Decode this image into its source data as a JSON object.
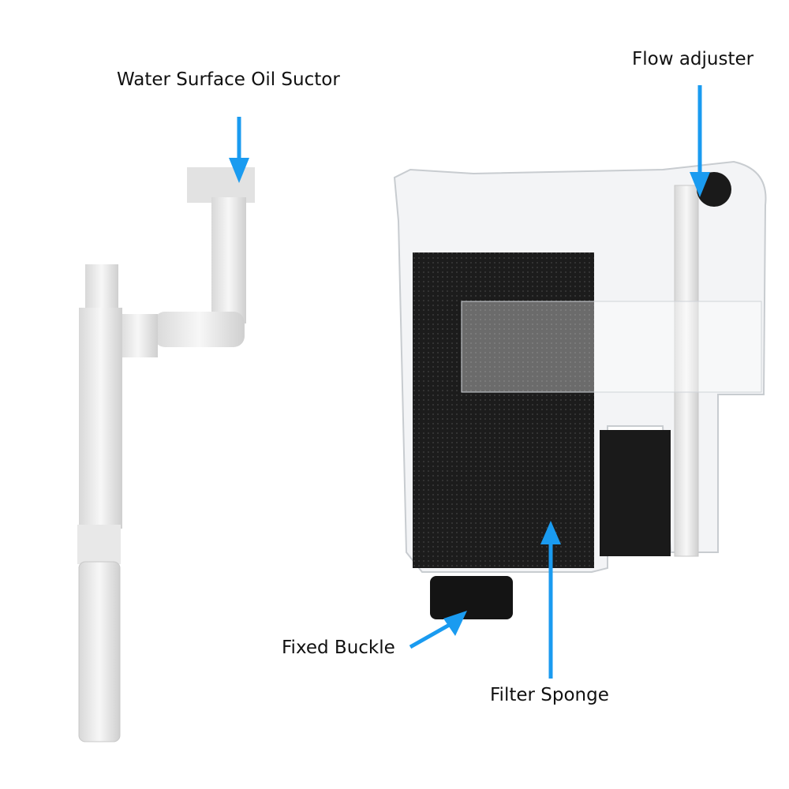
{
  "labels": {
    "oil_suctor": "Water Surface Oil Suctor",
    "flow_adjuster": "Flow adjuster",
    "fixed_buckle": "Fixed Buckle",
    "filter_sponge": "Filter Sponge"
  },
  "colors": {
    "arrow": "#1a9bf0",
    "sponge": "#1c1c1c",
    "plastic": "#e6e6e6"
  }
}
